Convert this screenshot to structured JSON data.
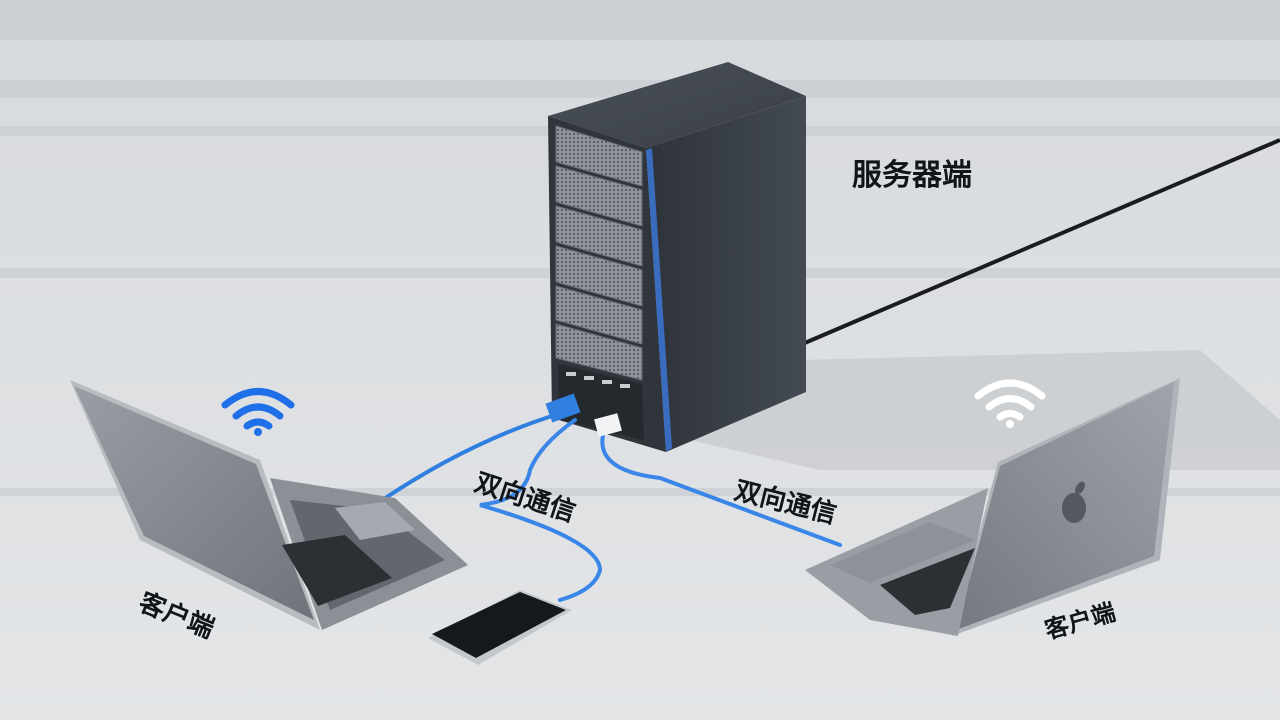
{
  "labels": {
    "server": "服务器端",
    "client_left": "客户端",
    "client_right": "客户端",
    "comm_left": "双向通信",
    "comm_right": "双向通信"
  },
  "colors": {
    "cable": "#2f7fe0",
    "wifi_left": "#1f6fe8",
    "wifi_right": "#ffffff",
    "server_body": "#3a4048",
    "floor": "#dadde0"
  },
  "icons": [
    "wifi-icon",
    "apple-logo-icon"
  ]
}
